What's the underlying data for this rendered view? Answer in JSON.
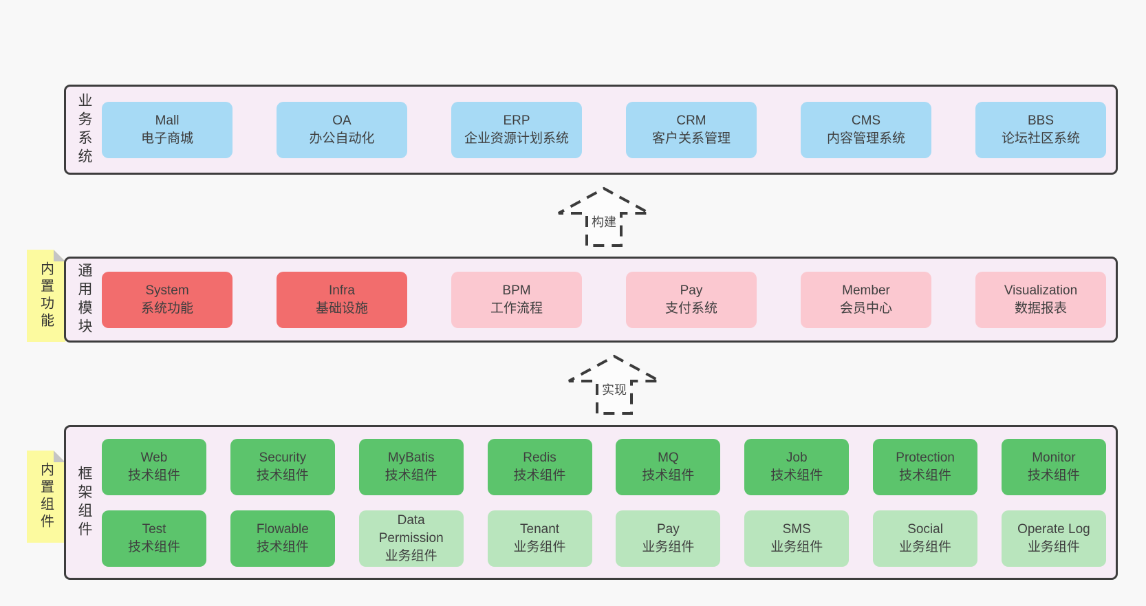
{
  "diagram": {
    "arrows": [
      {
        "label": "构建"
      },
      {
        "label": "实现"
      }
    ],
    "layers": {
      "business": {
        "label": "业务系统",
        "boxes": [
          {
            "title": "Mall",
            "subtitle": "电子商城"
          },
          {
            "title": "OA",
            "subtitle": "办公自动化"
          },
          {
            "title": "ERP",
            "subtitle": "企业资源计划系统"
          },
          {
            "title": "CRM",
            "subtitle": "客户关系管理"
          },
          {
            "title": "CMS",
            "subtitle": "内容管理系统"
          },
          {
            "title": "BBS",
            "subtitle": "论坛社区系统"
          }
        ]
      },
      "modules": {
        "side_note": "内置功能",
        "label": "通用模块",
        "boxes": [
          {
            "title": "System",
            "subtitle": "系统功能",
            "variant": "red"
          },
          {
            "title": "Infra",
            "subtitle": "基础设施",
            "variant": "red"
          },
          {
            "title": "BPM",
            "subtitle": "工作流程",
            "variant": "pink"
          },
          {
            "title": "Pay",
            "subtitle": "支付系统",
            "variant": "pink"
          },
          {
            "title": "Member",
            "subtitle": "会员中心",
            "variant": "pink"
          },
          {
            "title": "Visualization",
            "subtitle": "数据报表",
            "variant": "pink"
          }
        ]
      },
      "components": {
        "side_note": "内置组件",
        "label": "框架组件",
        "row1": [
          {
            "title": "Web",
            "subtitle": "技术组件",
            "variant": "green"
          },
          {
            "title": "Security",
            "subtitle": "技术组件",
            "variant": "green"
          },
          {
            "title": "MyBatis",
            "subtitle": "技术组件",
            "variant": "green"
          },
          {
            "title": "Redis",
            "subtitle": "技术组件",
            "variant": "green"
          },
          {
            "title": "MQ",
            "subtitle": "技术组件",
            "variant": "green"
          },
          {
            "title": "Job",
            "subtitle": "技术组件",
            "variant": "green"
          },
          {
            "title": "Protection",
            "subtitle": "技术组件",
            "variant": "green"
          },
          {
            "title": "Monitor",
            "subtitle": "技术组件",
            "variant": "green"
          }
        ],
        "row2": [
          {
            "title": "Test",
            "subtitle": "技术组件",
            "variant": "green"
          },
          {
            "title": "Flowable",
            "subtitle": "技术组件",
            "variant": "green"
          },
          {
            "title": "Data Permission",
            "subtitle": "业务组件",
            "variant": "lightgreen"
          },
          {
            "title": "Tenant",
            "subtitle": "业务组件",
            "variant": "lightgreen"
          },
          {
            "title": "Pay",
            "subtitle": "业务组件",
            "variant": "lightgreen"
          },
          {
            "title": "SMS",
            "subtitle": "业务组件",
            "variant": "lightgreen"
          },
          {
            "title": "Social",
            "subtitle": "业务组件",
            "variant": "lightgreen"
          },
          {
            "title": "Operate Log",
            "subtitle": "业务组件",
            "variant": "lightgreen"
          }
        ]
      }
    },
    "colors": {
      "page_bg": "#f8f8f8",
      "panel_bg": "#f7ecf6",
      "panel_border": "#3d3d3d",
      "blue": "#a7daf5",
      "red": "#f26d6d",
      "pink": "#fbc8d0",
      "green": "#5cc46c",
      "light_green": "#b9e5bd",
      "note_yellow": "#fcfa9f",
      "note_fold": "#c5c5c5",
      "text": "#3f3f3f"
    }
  }
}
